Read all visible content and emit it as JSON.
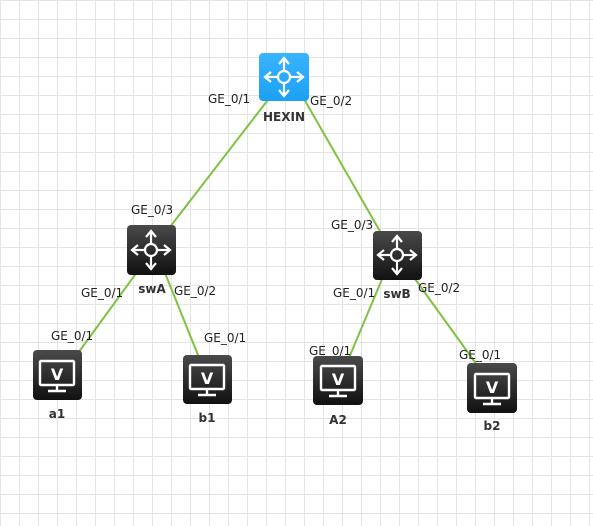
{
  "colors": {
    "core_device": "#1ba1f2",
    "dark_device": "#1e1e1e",
    "link": "#7ec242"
  },
  "nodes": {
    "hexin": {
      "name": "HEXIN",
      "kind": "router",
      "icon": "router-icon"
    },
    "swA": {
      "name": "swA",
      "kind": "switch",
      "icon": "switch-icon"
    },
    "swB": {
      "name": "swB",
      "kind": "switch",
      "icon": "switch-icon"
    },
    "a1": {
      "name": "a1",
      "kind": "pc",
      "icon": "pc-icon"
    },
    "b1": {
      "name": "b1",
      "kind": "pc",
      "icon": "pc-icon"
    },
    "A2": {
      "name": "A2",
      "kind": "pc",
      "icon": "pc-icon"
    },
    "b2": {
      "name": "b2",
      "kind": "pc",
      "icon": "pc-icon"
    }
  },
  "links": [
    {
      "from": "hexin",
      "to": "swA",
      "from_port": "GE_0/1",
      "to_port": "GE_0/3"
    },
    {
      "from": "hexin",
      "to": "swB",
      "from_port": "GE_0/2",
      "to_port": "GE_0/3"
    },
    {
      "from": "swA",
      "to": "a1",
      "from_port": "GE_0/1",
      "to_port": "GE_0/1"
    },
    {
      "from": "swA",
      "to": "b1",
      "from_port": "GE_0/2",
      "to_port": "GE_0/1"
    },
    {
      "from": "swB",
      "to": "A2",
      "from_port": "GE_0/1",
      "to_port": "GE_0/1"
    },
    {
      "from": "swB",
      "to": "b2",
      "from_port": "GE_0/2",
      "to_port": "GE_0/1"
    }
  ]
}
